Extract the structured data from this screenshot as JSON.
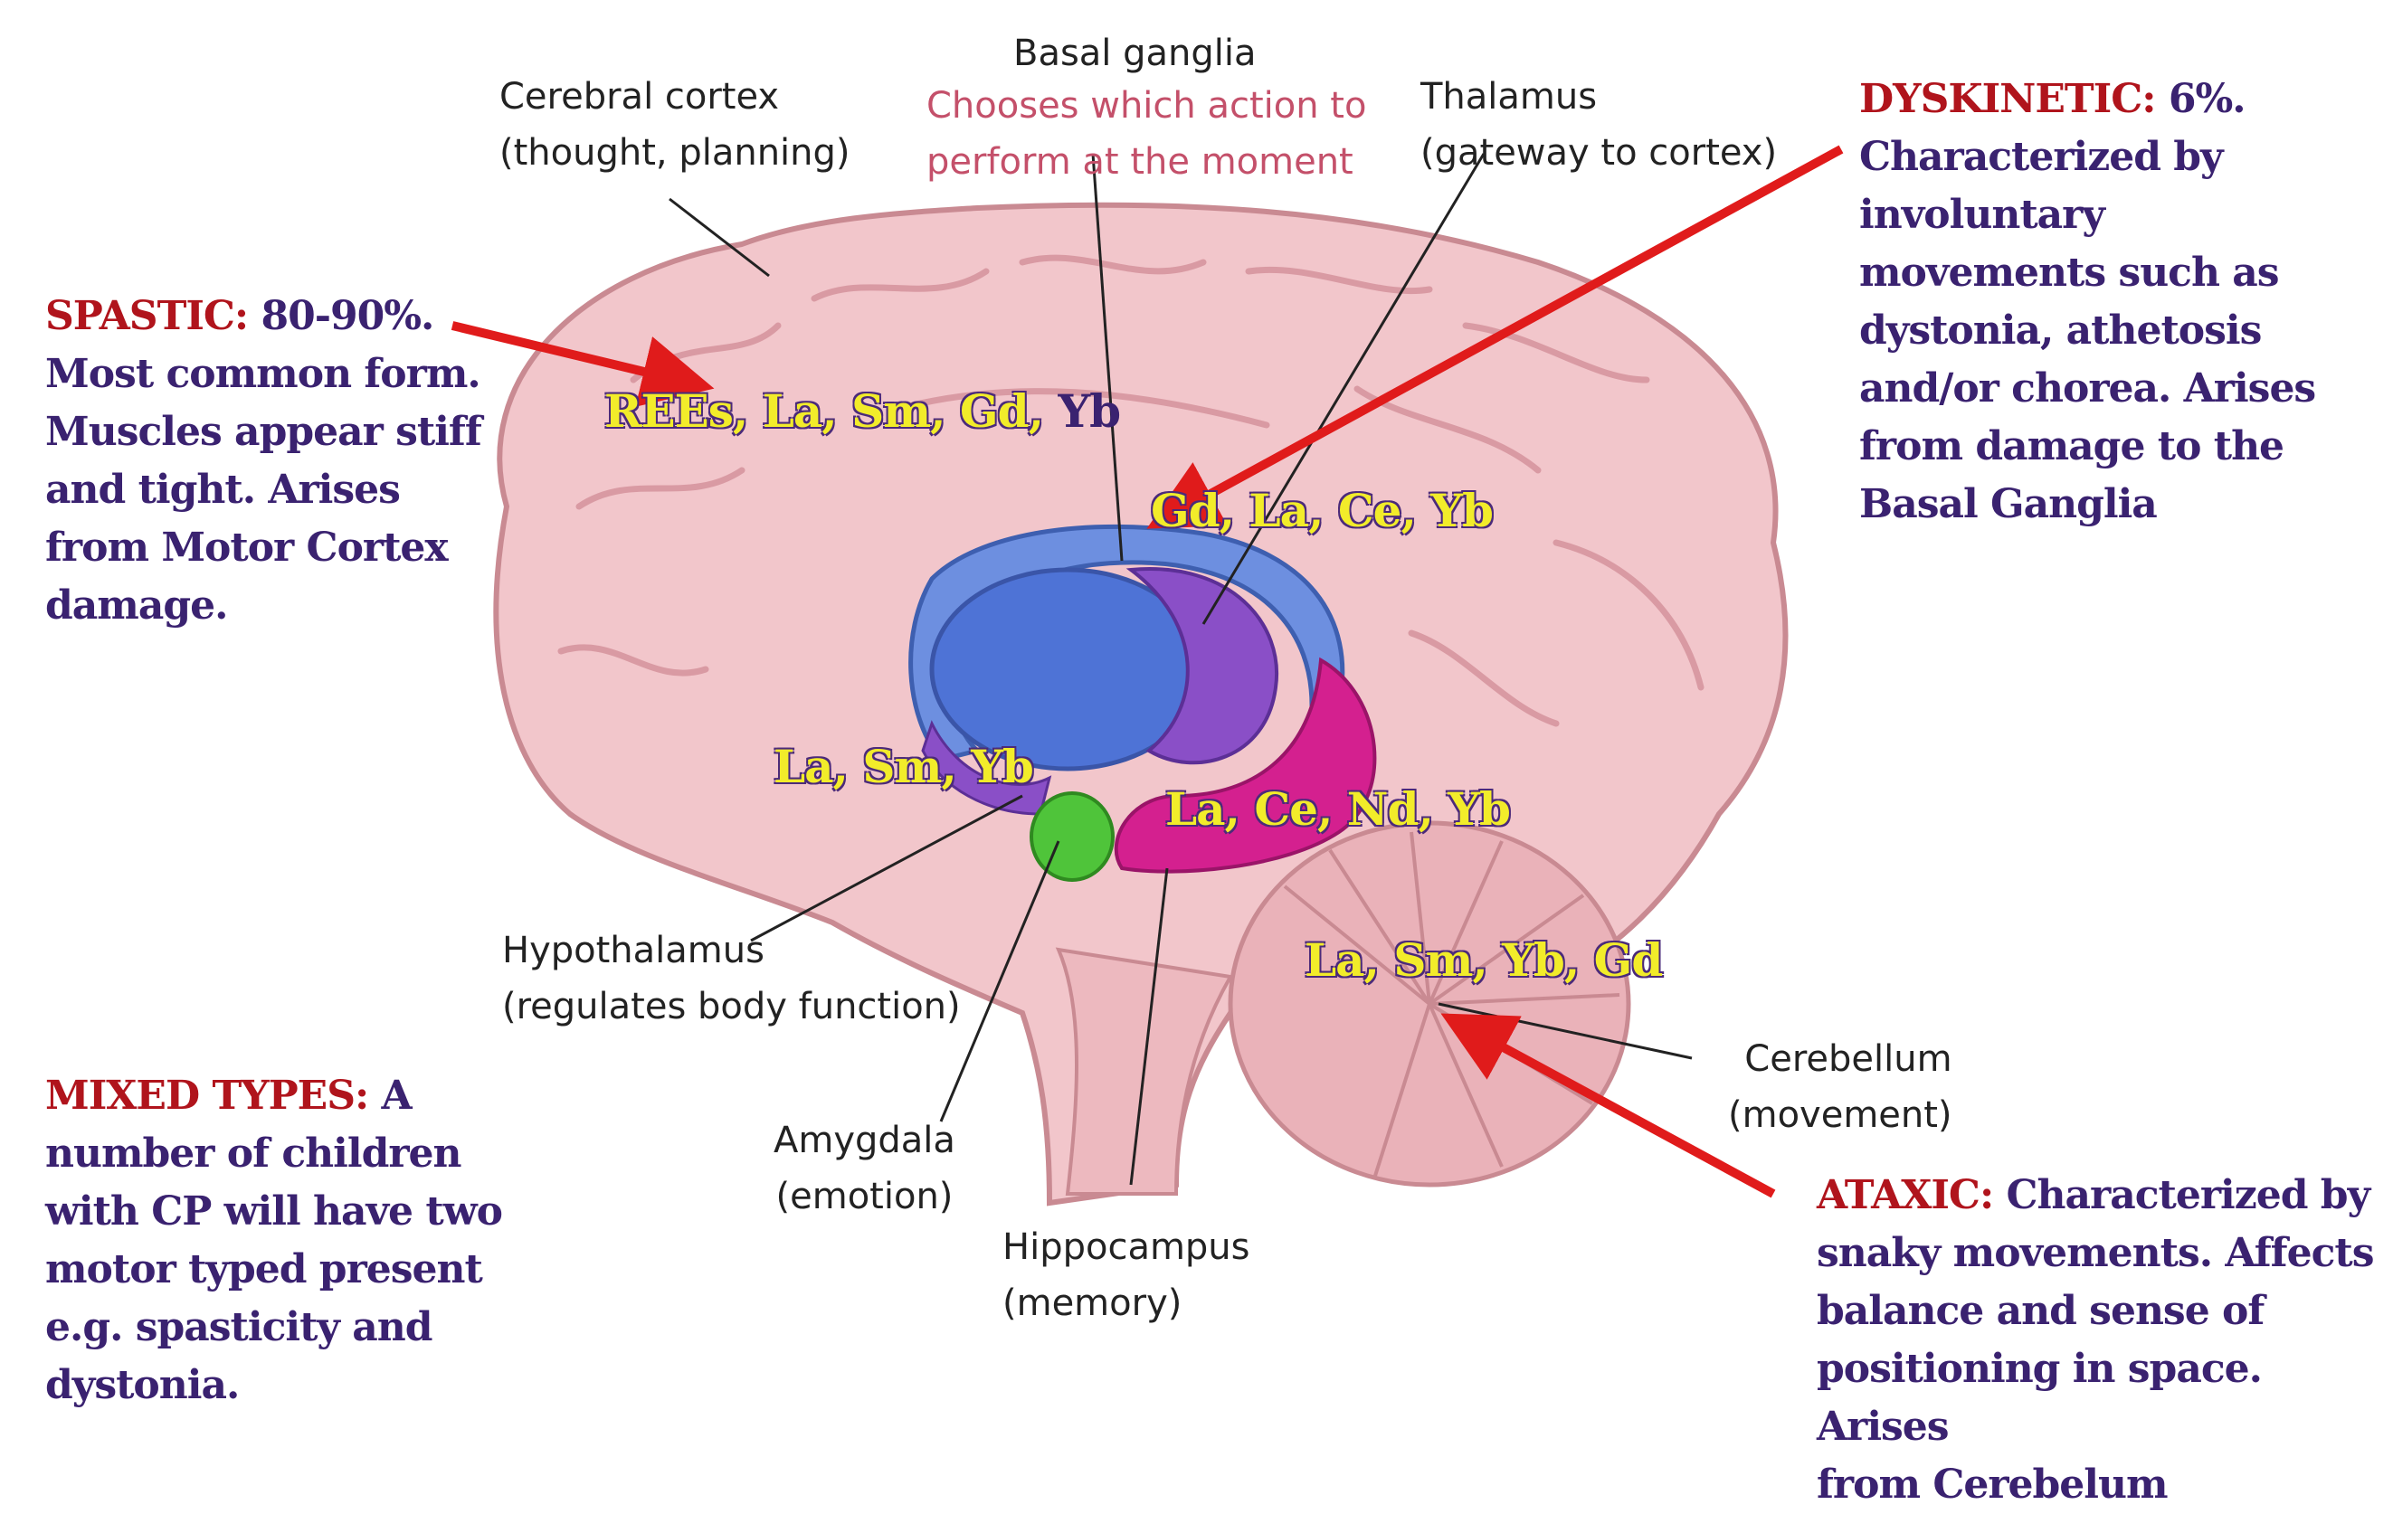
{
  "labels": {
    "cerebral_cortex": {
      "title": "Cerebral cortex",
      "sub": "(thought, planning)"
    },
    "basal_ganglia": {
      "title": "Basal ganglia",
      "sub1": "Chooses which action to",
      "sub2": "perform at the moment"
    },
    "thalamus": {
      "title": "Thalamus",
      "sub": "(gateway to cortex)"
    },
    "hypothalamus": {
      "title": "Hypothalamus",
      "sub": "(regulates body function)"
    },
    "amygdala": {
      "title": "Amygdala",
      "sub": "(emotion)"
    },
    "hippocampus": {
      "title": "Hippocampus",
      "sub": "(memory)"
    },
    "cerebellum": {
      "title": "Cerebellum",
      "sub": "(movement)"
    }
  },
  "tags": {
    "cortex": "REEs, La, Sm, Gd,",
    "cortex_tail": "Yb",
    "basal": "Gd, La, Ce, Yb",
    "hypo": "La, Sm, Yb",
    "limbic": "La, Ce, Nd, Yb",
    "cerebellum": "La, Sm, Yb, Gd"
  },
  "side_notes": {
    "spastic": {
      "head": "SPASTIC:",
      "lines": [
        " 80-90%.",
        "Most common form.",
        "Muscles appear stiff",
        "and tight. Arises",
        "from Motor Cortex",
        "damage."
      ]
    },
    "dyskinetic": {
      "head": "DYSKINETIC:",
      "lines": [
        " 6%.",
        "Characterized by",
        "involuntary",
        "movements such as",
        "dystonia, athetosis",
        "and/or chorea. Arises",
        "from damage to the",
        "Basal Ganglia"
      ]
    },
    "mixed": {
      "head": "MIXED TYPES:",
      "lines": [
        " A",
        "number of children",
        "with CP will have two",
        "motor typed present",
        "e.g. spasticity and",
        "dystonia."
      ]
    },
    "ataxic": {
      "head": "ATAXIC:",
      "lines": [
        " Characterized by",
        "snaky movements. Affects",
        "balance and sense of",
        "positioning in space. Arises",
        "from Cerebelum"
      ]
    }
  },
  "colors": {
    "brain": "#f2c6cb",
    "brain_edge": "#c98a92",
    "basal": "#5a7fd8",
    "thalamus": "#8a4fc7",
    "limbic": "#d4208f",
    "amygdala": "#4fc43a",
    "arrow": "#e01b1b"
  }
}
